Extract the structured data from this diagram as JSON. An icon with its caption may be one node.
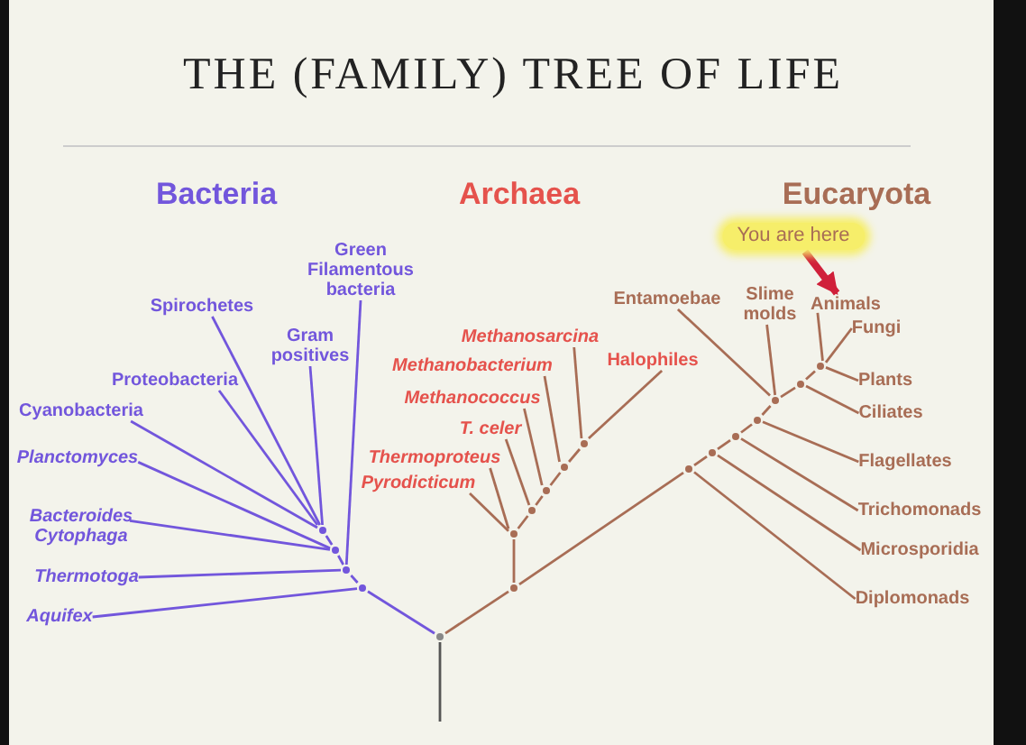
{
  "diagram": {
    "title": "THE (FAMILY) TREE OF LIFE",
    "nodes": [
      {
        "text": [
          "Green Filamentous bacteria"
        ]
      },
      {
        "text": [
          "Spirochetes"
        ]
      },
      {
        "text": [
          "Gram positives"
        ]
      },
      {
        "text": [
          "Proteobacteria"
        ]
      },
      {
        "text": [
          "Cyanobacteria"
        ]
      },
      {
        "text": [
          "Planctomyces"
        ]
      },
      {
        "text": [
          "Bacteroides Cytophaga"
        ]
      },
      {
        "text": [
          "Thermotoga"
        ]
      },
      {
        "text": [
          "Aquifex"
        ]
      },
      {
        "text": [
          "Methanosarcina"
        ]
      },
      {
        "text": [
          "Methanobacterium"
        ]
      },
      {
        "text": [
          "Halophiles"
        ]
      },
      {
        "text": [
          "Methanococcus"
        ]
      },
      {
        "text": [
          "T. celer"
        ]
      },
      {
        "text": [
          "Thermoproteus"
        ]
      },
      {
        "text": [
          "Pyrodicticum"
        ]
      },
      {
        "text": [
          "You are here"
        ]
      },
      {
        "text": [
          "Entamoebae"
        ]
      },
      {
        "text": [
          "Slime molds"
        ]
      },
      {
        "text": [
          "Animals"
        ]
      },
      {
        "text": [
          "Fungi"
        ]
      },
      {
        "text": [
          "Plants"
        ]
      },
      {
        "text": [
          "Ciliates"
        ]
      },
      {
        "text": [
          "Flagellates"
        ]
      },
      {
        "text": [
          "Trichomonads"
        ]
      },
      {
        "text": [
          "Microsporidia"
        ]
      },
      {
        "text": [
          "Diplomonads"
        ]
      },
      {
        "text": [],
        "shape": "point"
      },
      {
        "text": [],
        "shape": "point"
      },
      {
        "text": [],
        "shape": "point"
      },
      {
        "text": [],
        "shape": "point"
      },
      {
        "text": [],
        "shape": "point"
      },
      {
        "text": [],
        "shape": "point"
      },
      {
        "text": [],
        "shape": "point"
      },
      {
        "text": [],
        "shape": "point"
      },
      {
        "text": [],
        "shape": "point"
      },
      {
        "text": [],
        "shape": "point"
      },
      {
        "text": [],
        "shape": "point"
      },
      {
        "text": [],
        "shape": "point"
      },
      {
        "text": [],
        "shape": "point"
      },
      {
        "text": [],
        "shape": "point"
      },
      {
        "text": [],
        "shape": "point"
      },
      {
        "text": [],
        "shape": "point"
      },
      {
        "text": [],
        "shape": "point"
      },
      {
        "text": [],
        "shape": "point"
      }
    ],
    "edges": [
      {
        "from": 27,
        "to": null,
        "arrow": "none",
        "color": "#555555"
      },
      {
        "from": 27,
        "to": 28,
        "arrow": "none",
        "color": "#7256dc"
      },
      {
        "from": 28,
        "to": 8,
        "arrow": "none",
        "color": "#7256dc"
      },
      {
        "from": 28,
        "to": 29,
        "arrow": "none",
        "color": "#7256dc"
      },
      {
        "from": 29,
        "to": 7,
        "arrow": "none",
        "color": "#7256dc"
      },
      {
        "from": 29,
        "to": 0,
        "arrow": "none",
        "color": "#7256dc"
      },
      {
        "from": 29,
        "to": 30,
        "arrow": "none",
        "color": "#7256dc"
      },
      {
        "from": 30,
        "to": 6,
        "arrow": "none",
        "color": "#7256dc"
      },
      {
        "from": 30,
        "to": 5,
        "arrow": "none",
        "color": "#7256dc"
      },
      {
        "from": 30,
        "to": 31,
        "arrow": "none",
        "color": "#7256dc"
      },
      {
        "from": 31,
        "to": 4,
        "arrow": "none",
        "color": "#7256dc"
      },
      {
        "from": 31,
        "to": 3,
        "arrow": "none",
        "color": "#7256dc"
      },
      {
        "from": 31,
        "to": 1,
        "arrow": "none",
        "color": "#7256dc"
      },
      {
        "from": 31,
        "to": 2,
        "arrow": "none",
        "color": "#7256dc"
      },
      {
        "from": 27,
        "to": 37,
        "arrow": "none"
      },
      {
        "from": 37,
        "to": 32,
        "arrow": "none"
      },
      {
        "from": 32,
        "to": 15,
        "arrow": "none"
      },
      {
        "from": 32,
        "to": 14,
        "arrow": "none"
      },
      {
        "from": 32,
        "to": 33,
        "arrow": "none"
      },
      {
        "from": 33,
        "to": 13,
        "arrow": "none"
      },
      {
        "from": 33,
        "to": 34,
        "arrow": "none"
      },
      {
        "from": 34,
        "to": 12,
        "arrow": "none"
      },
      {
        "from": 34,
        "to": 35,
        "arrow": "none"
      },
      {
        "from": 35,
        "to": 10,
        "arrow": "none"
      },
      {
        "from": 35,
        "to": 36,
        "arrow": "none"
      },
      {
        "from": 36,
        "to": 9,
        "arrow": "none"
      },
      {
        "from": 36,
        "to": 11,
        "arrow": "none"
      },
      {
        "from": 37,
        "to": 38,
        "arrow": "none"
      },
      {
        "from": 38,
        "to": 26,
        "arrow": "none"
      },
      {
        "from": 38,
        "to": 39,
        "arrow": "none"
      },
      {
        "from": 39,
        "to": 25,
        "arrow": "none"
      },
      {
        "from": 39,
        "to": 40,
        "arrow": "none"
      },
      {
        "from": 40,
        "to": 24,
        "arrow": "none"
      },
      {
        "from": 40,
        "to": 41,
        "arrow": "none"
      },
      {
        "from": 41,
        "to": 23,
        "arrow": "none"
      },
      {
        "from": 41,
        "to": 42,
        "arrow": "none"
      },
      {
        "from": 42,
        "to": 17,
        "arrow": "none"
      },
      {
        "from": 42,
        "to": 18,
        "arrow": "none"
      },
      {
        "from": 42,
        "to": 43,
        "arrow": "none"
      },
      {
        "from": 43,
        "to": 22,
        "arrow": "none"
      },
      {
        "from": 43,
        "to": 44,
        "arrow": "none"
      },
      {
        "from": 44,
        "to": 21,
        "arrow": "none"
      },
      {
        "from": 44,
        "to": 20,
        "arrow": "none"
      },
      {
        "from": 44,
        "to": 19,
        "arrow": "none"
      },
      {
        "from": 16,
        "to": 19,
        "arrow": "to",
        "style": "thick",
        "color": "#d0203a"
      }
    ],
    "labels": [
      "Bacteria",
      "Archaea",
      "Eucaryota"
    ]
  }
}
